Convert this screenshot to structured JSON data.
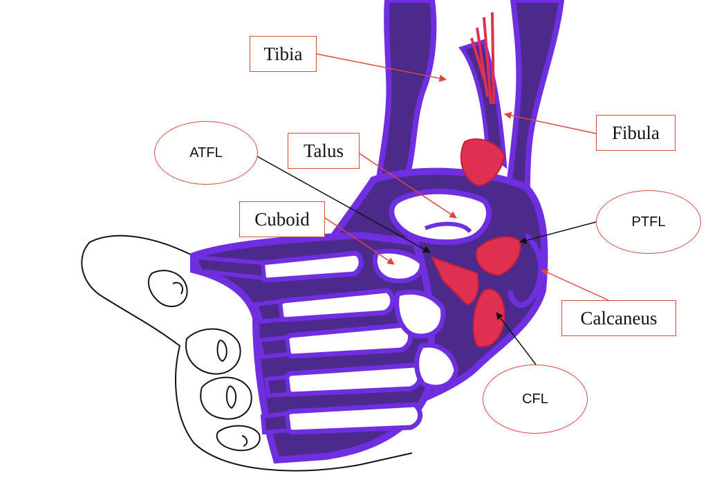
{
  "labels": {
    "tibia": "Tibia",
    "fibula": "Fibula",
    "talus": "Talus",
    "cuboid": "Cuboid",
    "calcaneus": "Calcaneus"
  },
  "ligaments": {
    "atfl": "ATFL",
    "ptfl": "PTFL",
    "cfl": "CFL"
  },
  "colors": {
    "bone_outline": "#6f2fe0",
    "bone_shadow": "#4b2a8c",
    "ligament": "#e0304f",
    "bone_pointer": "#e0453a",
    "ligament_pointer": "#111111",
    "skin_outline": "#111111"
  }
}
